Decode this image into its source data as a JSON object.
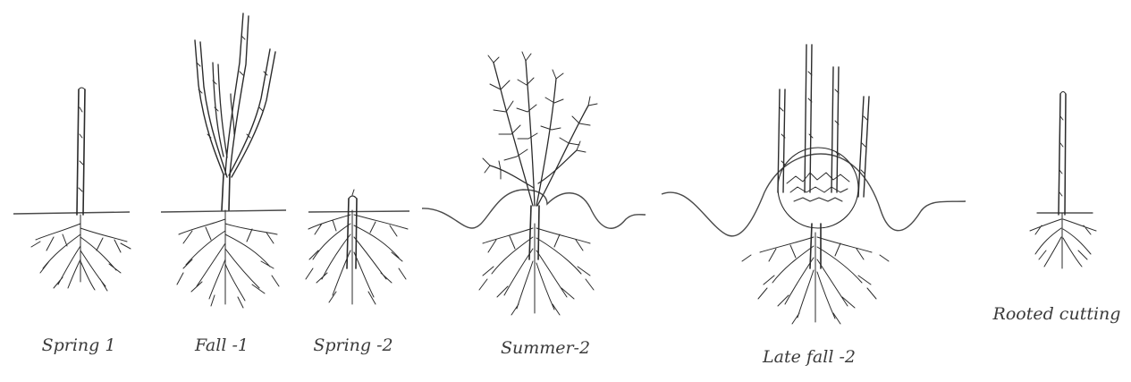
{
  "stages": [
    {
      "id": "spring-1",
      "caption": "Spring 1"
    },
    {
      "id": "fall-1",
      "caption": "Fall -1"
    },
    {
      "id": "spring-2",
      "caption": "Spring -2"
    },
    {
      "id": "summer-2",
      "caption": "Summer-2"
    },
    {
      "id": "late-fall-2",
      "caption": "Late fall -2"
    },
    {
      "id": "rooted-cutting",
      "caption": "Rooted cutting"
    }
  ]
}
